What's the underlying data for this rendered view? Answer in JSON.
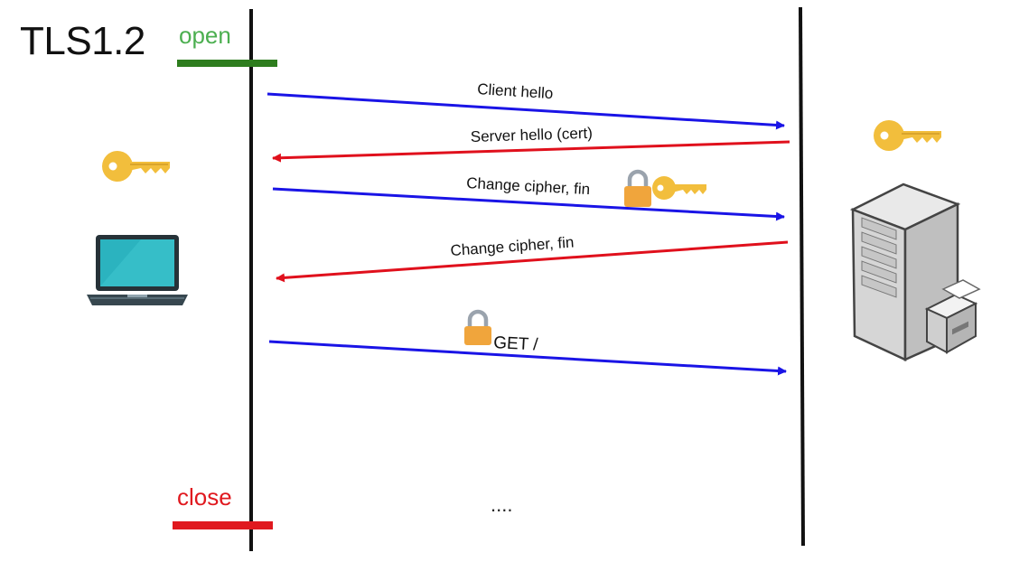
{
  "title": "TLS1.2",
  "open_label": "open",
  "close_label": "close",
  "ellipsis": "....",
  "colors": {
    "client_to_server": "#1a14e6",
    "server_to_client": "#e0101c",
    "open_bar": "#2e7d1e",
    "close_bar": "#e0191f",
    "key": "#f2be3c",
    "lock": "#f0a53c"
  },
  "messages": [
    {
      "label": "Client hello",
      "direction": "client-to-server"
    },
    {
      "label": "Server hello (cert)",
      "direction": "server-to-client"
    },
    {
      "label": "Change cipher, fin",
      "direction": "client-to-server"
    },
    {
      "label": "Change cipher, fin",
      "direction": "server-to-client"
    },
    {
      "label": "GET /",
      "direction": "client-to-server"
    }
  ],
  "icons": {
    "client_key": "key-icon",
    "server_key": "key-icon",
    "laptop": "laptop-icon",
    "server": "server-icon",
    "lock": "lock-icon"
  }
}
